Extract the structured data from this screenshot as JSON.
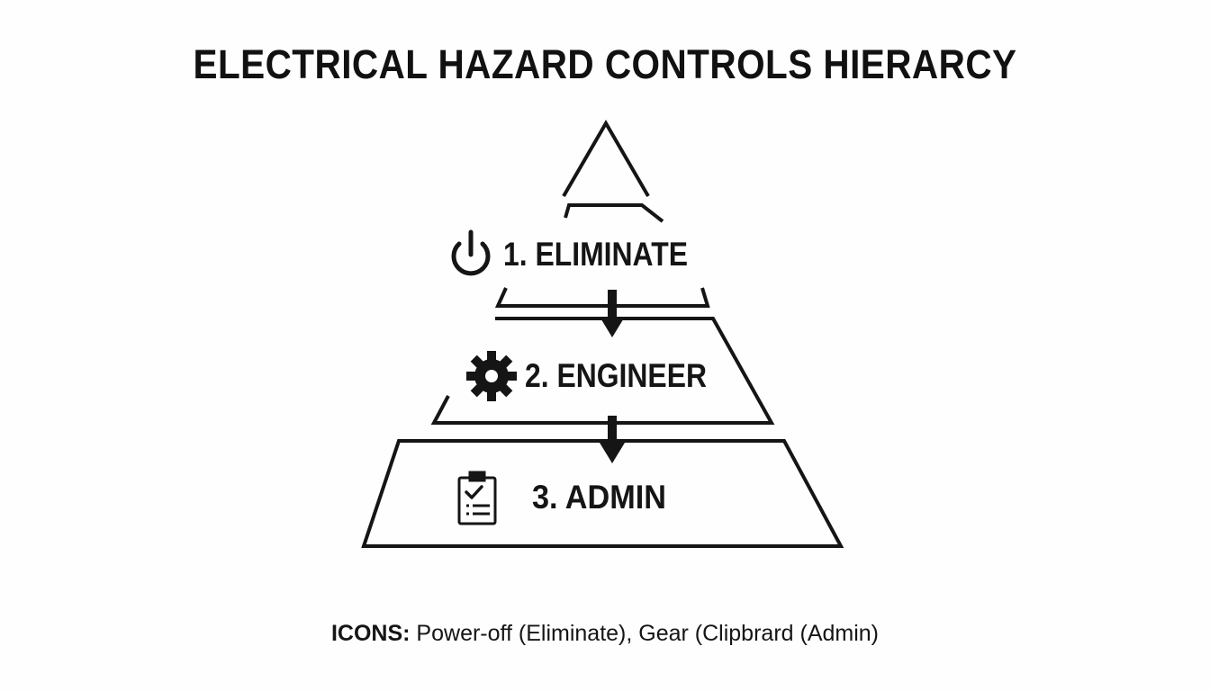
{
  "title": "ELECTRICAL HAZARD CONTROLS HIERARCY",
  "tiers": [
    {
      "label": "1. ELIMINATE",
      "icon": "power-icon"
    },
    {
      "label": "2. ENGINEER",
      "icon": "gear-icon"
    },
    {
      "label": "3. ADMIN",
      "icon": "clipboard-icon"
    }
  ],
  "footer": {
    "key": "ICONS:",
    "text": " Power-off (Eliminate), Gear (Clipbrard (Admin)"
  },
  "colors": {
    "ink": "#151515",
    "background": "#ffffff"
  }
}
